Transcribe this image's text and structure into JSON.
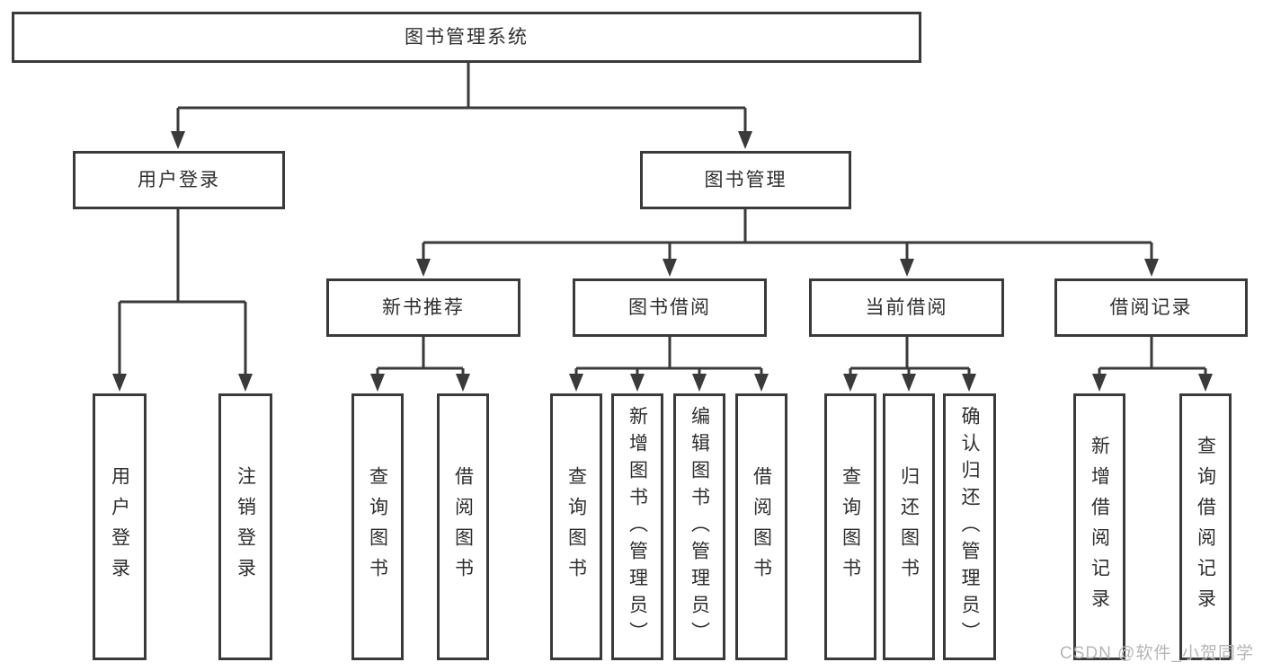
{
  "tree": {
    "root": {
      "label": "图书管理系统"
    },
    "branches": [
      {
        "label": "用户登录",
        "children": [
          {
            "label": "用户登录"
          },
          {
            "label": "注销登录"
          }
        ]
      },
      {
        "label": "图书管理",
        "children": [
          {
            "label": "新书推荐",
            "children": [
              {
                "label": "查询图书"
              },
              {
                "label": "借阅图书"
              }
            ]
          },
          {
            "label": "图书借阅",
            "children": [
              {
                "label": "查询图书"
              },
              {
                "label": "新增图书（管理员）"
              },
              {
                "label": "编辑图书（管理员）"
              },
              {
                "label": "借阅图书"
              }
            ]
          },
          {
            "label": "当前借阅",
            "children": [
              {
                "label": "查询图书"
              },
              {
                "label": "归还图书"
              },
              {
                "label": "确认归还（管理员）"
              }
            ]
          },
          {
            "label": "借阅记录",
            "children": [
              {
                "label": "新增借阅记录"
              },
              {
                "label": "查询借阅记录"
              }
            ]
          }
        ]
      }
    ]
  },
  "watermark": {
    "text": "CSDN @软件_小贺同学",
    "color": "#b5b5b5"
  },
  "colors": {
    "line": "#3a3a3a",
    "text": "#2e2e2e",
    "background": "#ffffff"
  }
}
